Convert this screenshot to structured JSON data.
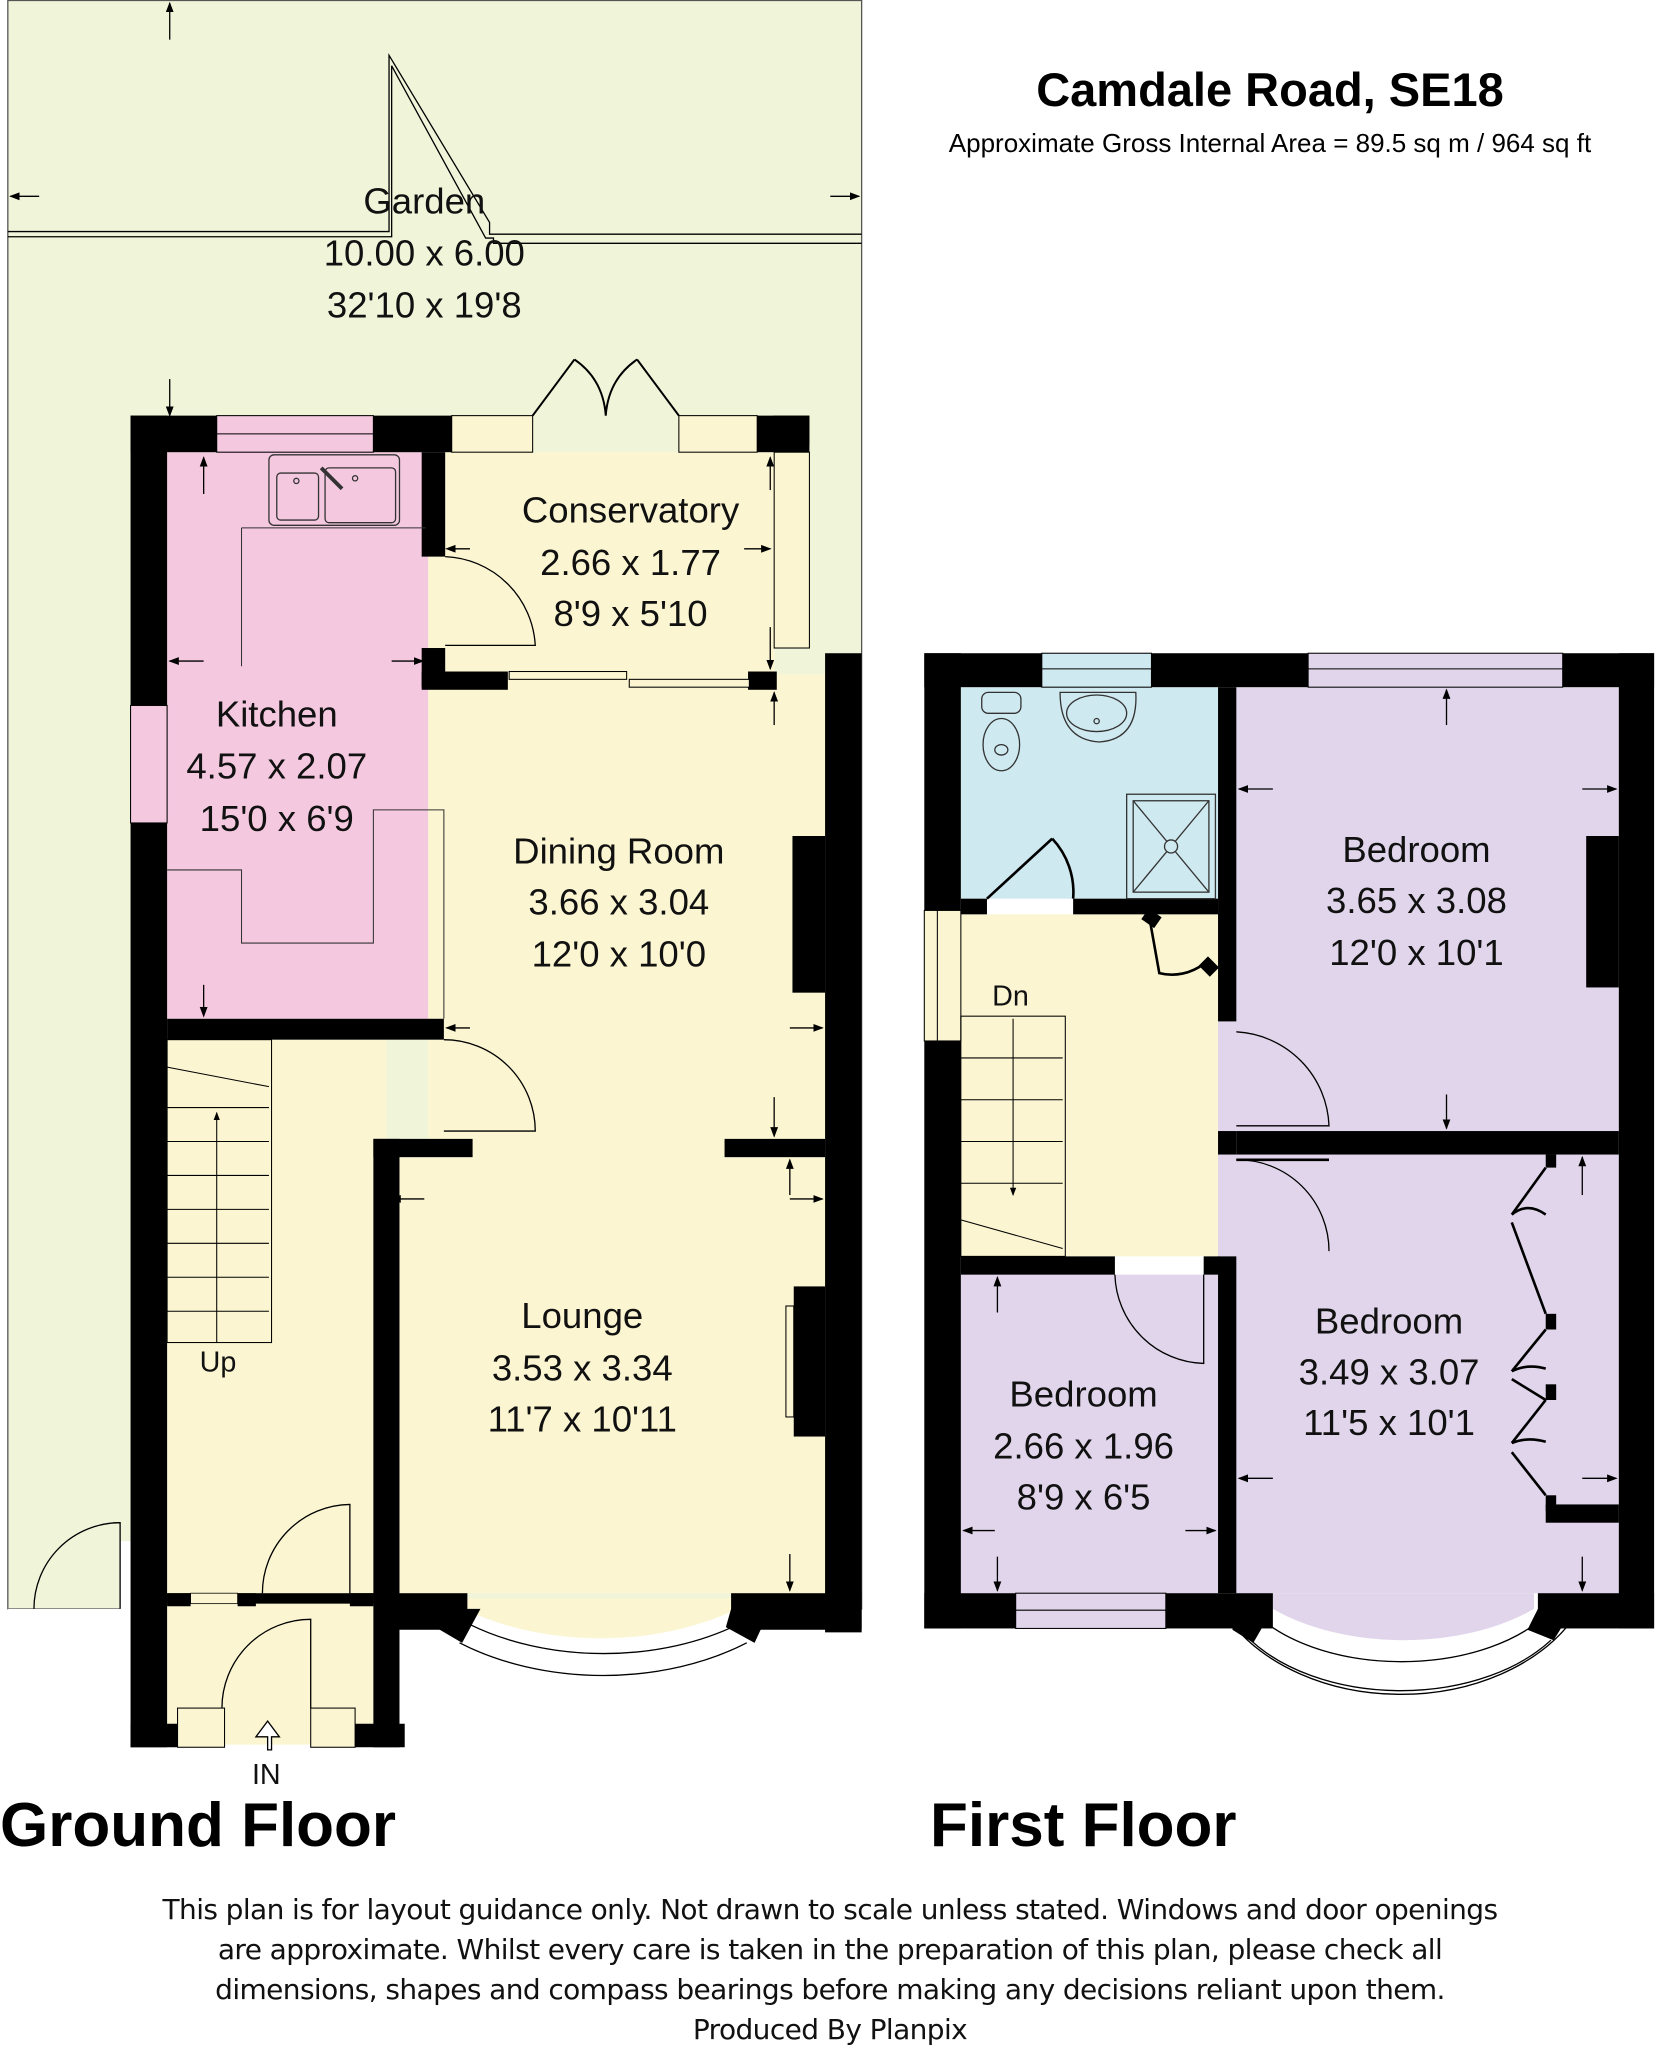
{
  "header": {
    "title": "Camdale Road, SE18",
    "area": "Approximate Gross Internal Area = 89.5 sq m / 964 sq ft"
  },
  "colors": {
    "wall": "#000000",
    "garden": "#f0f5da",
    "kitchen": "#f4c9e0",
    "living": "#fbf6d1",
    "bathroom": "#cfe9f0",
    "bedroom": "#e0d5ea",
    "background": "#ffffff"
  },
  "ground_floor": {
    "label": "Ground Floor",
    "entrance_label": "IN",
    "stairs_label": "Up",
    "rooms": {
      "garden": {
        "name": "Garden",
        "metric": "10.00 x 6.00",
        "imperial": "32'10 x 19'8"
      },
      "conservatory": {
        "name": "Conservatory",
        "metric": "2.66 x 1.77",
        "imperial": "8'9 x 5'10"
      },
      "kitchen": {
        "name": "Kitchen",
        "metric": "4.57 x 2.07",
        "imperial": "15'0 x 6'9"
      },
      "dining": {
        "name": "Dining Room",
        "metric": "3.66 x 3.04",
        "imperial": "12'0 x 10'0"
      },
      "lounge": {
        "name": "Lounge",
        "metric": "3.53 x 3.34",
        "imperial": "11'7 x 10'11"
      }
    }
  },
  "first_floor": {
    "label": "First Floor",
    "stairs_label": "Dn",
    "rooms": {
      "bedroom_rear": {
        "name": "Bedroom",
        "metric": "3.65 x 3.08",
        "imperial": "12'0 x 10'1"
      },
      "bedroom_front": {
        "name": "Bedroom",
        "metric": "3.49 x 3.07",
        "imperial": "11'5 x 10'1"
      },
      "bedroom_small": {
        "name": "Bedroom",
        "metric": "2.66 x 1.96",
        "imperial": "8'9 x 6'5"
      }
    }
  },
  "footer": {
    "disclaimer_line1": "This plan is for layout guidance only. Not drawn to scale unless stated. Windows and door openings",
    "disclaimer_line2": "are approximate. Whilst every care is taken in the preparation of this plan, please check all",
    "disclaimer_line3": "dimensions, shapes and compass bearings before making any decisions reliant upon them.",
    "producer": "Produced By Planpix"
  }
}
